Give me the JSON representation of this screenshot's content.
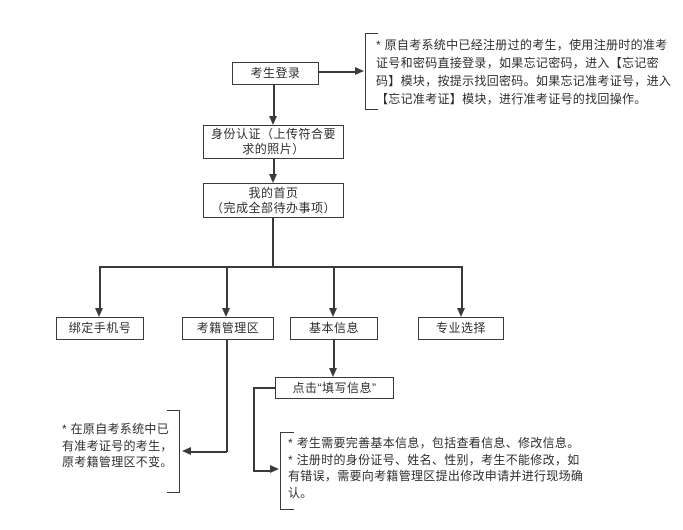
{
  "colors": {
    "line": "#3a3a3a",
    "text": "#2e2e2e",
    "background": "#ffffff"
  },
  "diagram_type": "flowchart",
  "nodes": {
    "login": {
      "label": "考生登录"
    },
    "identity": {
      "lines": [
        "身份认证（上传符合要",
        "求的照片）"
      ]
    },
    "home": {
      "lines": [
        "我的首页",
        "（完成全部待办事项）"
      ]
    },
    "bind_phone": {
      "label": "绑定手机号"
    },
    "record_zone": {
      "label": "考籍管理区"
    },
    "basic_info": {
      "label": "基本信息"
    },
    "major_select": {
      "label": "专业选择"
    },
    "click_fill": {
      "label": "点击“填写信息”"
    }
  },
  "notes": {
    "login_note": {
      "lines": [
        "* 原自考系统中已经注册过的考生，使用注册时的准考",
        "证号和密码直接登录，如果忘记密码，进入【忘记密",
        "码】模块，按提示找回密码。如果忘记准考证号，进入",
        "【忘记准考证】模块，进行准考证号的找回操作。"
      ]
    },
    "record_note": {
      "lines": [
        "* 在原自考系统中已",
        "有准考证号的考生，",
        "原考籍管理区不变。"
      ]
    },
    "basic_note": {
      "lines": [
        "* 考生需要完善基本信息，包括查看信息、修改信息。",
        "* 注册时的身份证号、姓名、性别，考生不能修改，如",
        "有错误，需要向考籍管理区提出修改申请并进行现场确",
        "认。"
      ]
    }
  }
}
